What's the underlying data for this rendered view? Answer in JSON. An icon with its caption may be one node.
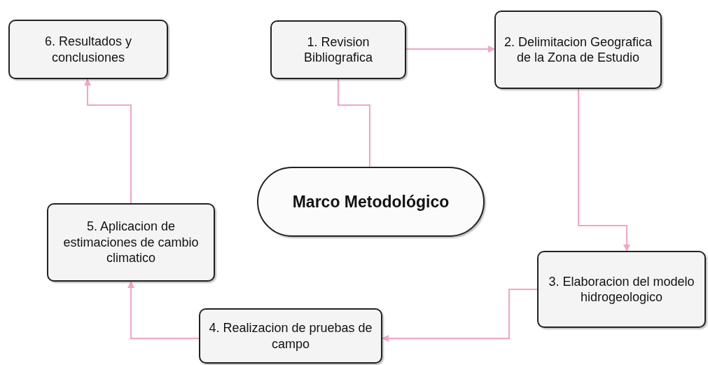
{
  "diagram": {
    "nodes": [
      {
        "text": [
          "Marco Metodológico"
        ]
      },
      {
        "text": [
          "1. Revision Bibliografica"
        ]
      },
      {
        "text": [
          "2. Delimitacion Geografica de la Zona de Estudio"
        ]
      },
      {
        "text": [
          "3. Elaboracion del modelo hidrogeologico"
        ]
      },
      {
        "text": [
          "4. Realizacion de pruebas de campo"
        ]
      },
      {
        "text": [
          "5. Aplicacion de estimaciones de cambio climatico"
        ]
      },
      {
        "text": [
          "6. Resultados y conclusiones"
        ]
      }
    ],
    "edges": [
      {
        "from": 0,
        "to": 1,
        "arrow": "to"
      },
      {
        "from": 1,
        "to": 2,
        "arrow": "to"
      },
      {
        "from": 2,
        "to": 3,
        "arrow": "to"
      },
      {
        "from": 3,
        "to": 4,
        "arrow": "to"
      },
      {
        "from": 4,
        "to": 5,
        "arrow": "to"
      },
      {
        "from": 5,
        "to": 6,
        "arrow": "to"
      }
    ]
  }
}
